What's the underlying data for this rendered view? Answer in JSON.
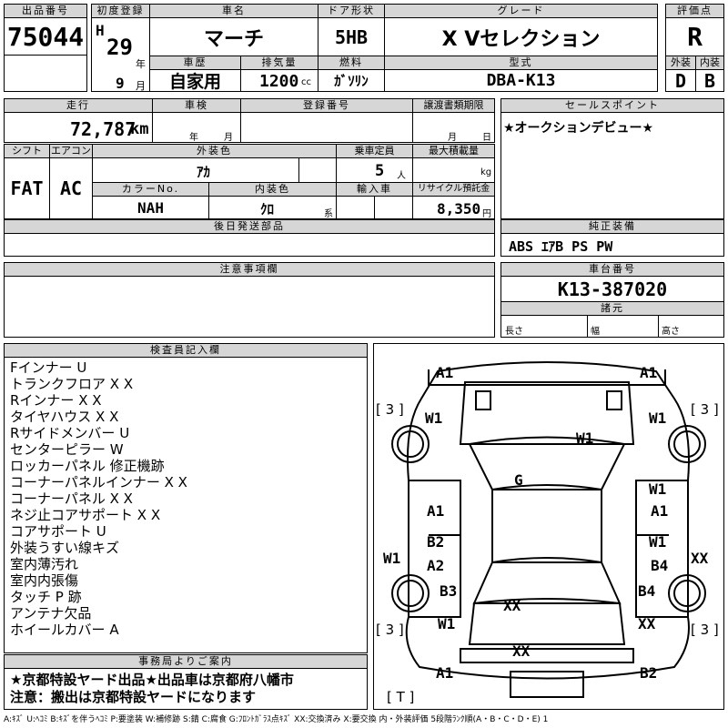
{
  "header": {
    "lot_label": "出品番号",
    "lot_no": "75044",
    "first_reg_label": "初度登録",
    "era": "H",
    "year": "29",
    "year_unit": "年",
    "month": "9",
    "month_unit": "月",
    "car_name_label": "車名",
    "car_name": "マーチ",
    "door_label": "ドア形状",
    "door": "5HB",
    "grade_label": "グレード",
    "grade": "X Vセレクション",
    "score_label": "評価点",
    "score": "R",
    "history_label": "車歴",
    "history": "自家用",
    "disp_label": "排気量",
    "disp": "1200",
    "disp_unit": "cc",
    "fuel_label": "燃料",
    "fuel": "ｶﾞｿﾘﾝ",
    "model_label": "型式",
    "model": "DBA-K13",
    "ext_label": "外装",
    "ext": "D",
    "int_label": "内装",
    "int": "B"
  },
  "row2": {
    "mileage_label": "走行",
    "mileage": "72,787",
    "mileage_unit": "km",
    "inspect_label": "車検",
    "inspect_y": "年",
    "inspect_m": "月",
    "reg_label": "登録番号",
    "transfer_label": "譲渡書類期限",
    "transfer_m": "月",
    "transfer_d": "日",
    "sales_label": "セールスポイント",
    "sales": "★オークションデビュー★"
  },
  "row3": {
    "shift_label": "シフト",
    "shift": "FAT",
    "ac_label": "エアコン",
    "ac": "AC",
    "color_label": "外装色",
    "color": "ｱｶ",
    "seats_label": "乗車定員",
    "seats": "5",
    "seats_unit": "人",
    "load_label": "最大積載量",
    "load_unit": "kg",
    "colorno_label": "カラーNo.",
    "colorno": "NAH",
    "intcolor_label": "内装色",
    "intcolor": "ｸﾛ",
    "intcolor_unit": "系",
    "import_label": "輸入車",
    "recycle_label": "リサイクル預託金",
    "recycle": "8,350",
    "recycle_unit": "円"
  },
  "equip": {
    "ship_label": "後日発送部品",
    "genuine_label": "純正装備",
    "genuine": "ABS ｴｱB PS PW",
    "notes_label": "注意事項欄",
    "chassis_label": "車台番号",
    "chassis": "K13-387020",
    "dims_label": "諸元",
    "length": "長さ",
    "width": "幅",
    "height": "高さ"
  },
  "inspector": {
    "label": "検査員記入欄",
    "lines": [
      "Fインナー U",
      "トランクフロア X X",
      "Rインナー X X",
      "タイヤハウス X X",
      "Rサイドメンバー U",
      "センターピラー W",
      "ロッカーパネル 修正機跡",
      "コーナーパネルインナー X X",
      "コーナーパネル X X",
      "ネジ止コアサポート X X",
      "コアサポート U",
      "外装うすい線キズ",
      "室内薄汚れ",
      "室内内張傷",
      "タッチ P 跡",
      "アンテナ欠品",
      "ホイールカバー A"
    ]
  },
  "office": {
    "label": "事務局よりご案内",
    "line1": "★京都特設ヤード出品★出品車は京都府八幡市",
    "line2": "注意：搬出は京都特設ヤードになります"
  },
  "diagram": {
    "marks": {
      "fl": "A1",
      "fr": "A1",
      "w1l": "W1",
      "w1r": "W1",
      "w1c": "W1",
      "g": "G",
      "w1r2": "W1",
      "a1l": "A1",
      "a1r": "A1",
      "b2l": "B2",
      "w1r3": "W1",
      "a2l": "A2",
      "b4r": "B4",
      "w1ll": "W1",
      "xxr": "XX",
      "b3l": "B3",
      "b4r2": "B4",
      "xxc": "XX",
      "w1b": "W1",
      "xxb": "XX",
      "xxbot": "XX",
      "rl": "A1",
      "rr": "B2"
    },
    "t3a": "[ 3 ]",
    "t3b": "[ 3 ]",
    "t3c": "[ 3 ]",
    "t3d": "[ 3 ]",
    "tt": "[ T ]"
  },
  "legend": "A:ｷｽﾞ U:ﾍｺﾐ B:ｷｽﾞを伴うﾍｺﾐ P:要塗装 W:補修跡 S:錆 C:腐食 G:ﾌﾛﾝﾄｶﾞﾗｽ点ｷｽﾞ XX:交換済み X:要交換  内・外装評価 5段階ﾗﾝｸ順(A・B・C・D・E) 1"
}
